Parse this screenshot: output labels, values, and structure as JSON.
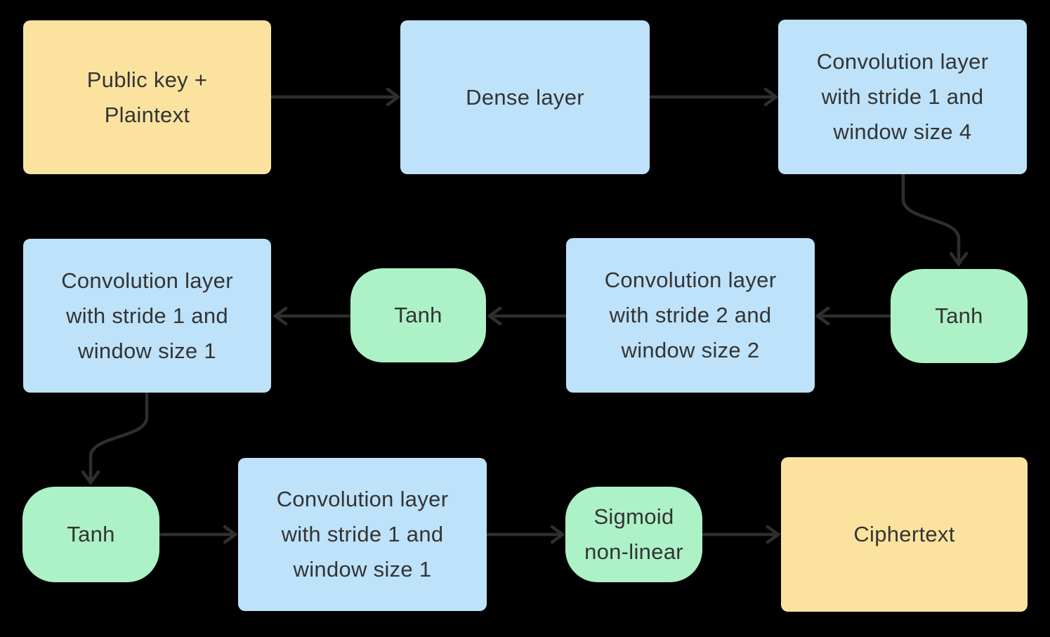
{
  "colors": {
    "background": "#000000",
    "yellow": "#FBE39F",
    "blue": "#BDE2FA",
    "green": "#ADF1C6",
    "arrow": "#2E2E2E",
    "text": "#343434"
  },
  "diagram": {
    "nodes": {
      "input": {
        "label": "Public key +\nPlaintext",
        "type": "input"
      },
      "dense": {
        "label": "Dense layer",
        "type": "layer"
      },
      "conv_s1_w4": {
        "label": "Convolution layer\nwith stride 1 and\nwindow size 4",
        "type": "layer"
      },
      "tanh_1": {
        "label": "Tanh",
        "type": "activation"
      },
      "conv_s2_w2": {
        "label": "Convolution layer\nwith stride 2 and\nwindow size 2",
        "type": "layer"
      },
      "tanh_2": {
        "label": "Tanh",
        "type": "activation"
      },
      "conv_s1_w1_a": {
        "label": "Convolution layer\nwith stride 1 and\nwindow size 1",
        "type": "layer"
      },
      "tanh_3": {
        "label": "Tanh",
        "type": "activation"
      },
      "conv_s1_w1_b": {
        "label": "Convolution layer\nwith stride 1 and\nwindow size 1",
        "type": "layer"
      },
      "sigmoid": {
        "label": "Sigmoid\nnon-linear",
        "type": "activation"
      },
      "output": {
        "label": "Ciphertext",
        "type": "output"
      }
    },
    "edges": [
      {
        "from": "input",
        "to": "dense"
      },
      {
        "from": "dense",
        "to": "conv_s1_w4"
      },
      {
        "from": "conv_s1_w4",
        "to": "tanh_1"
      },
      {
        "from": "tanh_1",
        "to": "conv_s2_w2"
      },
      {
        "from": "conv_s2_w2",
        "to": "tanh_2"
      },
      {
        "from": "tanh_2",
        "to": "conv_s1_w1_a"
      },
      {
        "from": "conv_s1_w1_a",
        "to": "tanh_3"
      },
      {
        "from": "tanh_3",
        "to": "conv_s1_w1_b"
      },
      {
        "from": "conv_s1_w1_b",
        "to": "sigmoid"
      },
      {
        "from": "sigmoid",
        "to": "output"
      }
    ]
  }
}
